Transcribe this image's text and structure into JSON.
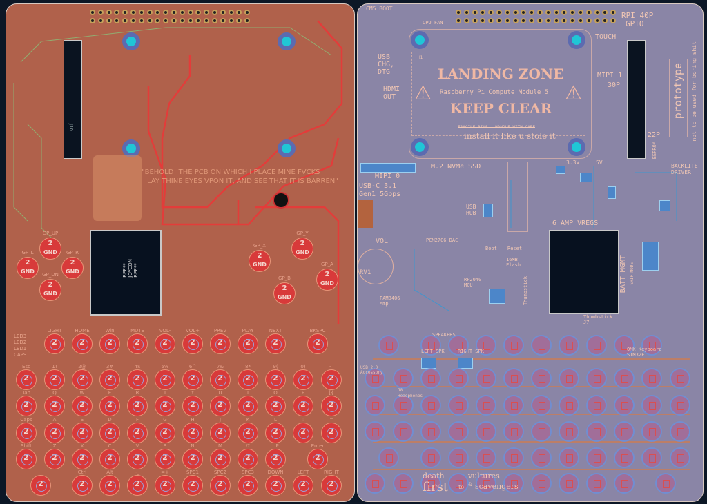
{
  "left": {
    "quote_line1": "\"BEHOLD! THE PCB ON WHICH I PLACE MINE FVCKS",
    "quote_line2": "LAY THINE EYES VPON IT, AND SEE THAT IT IS BARREN\"",
    "led_labels": [
      "LED3",
      "LED2",
      "LED1",
      "CAPS"
    ],
    "chip_ref": [
      "REF**",
      "JOYCON",
      "REF**"
    ],
    "slot_ref": "J10",
    "gamepad": [
      {
        "label": "GP_UP",
        "pad": "2",
        "net": "GND"
      },
      {
        "label": "GP_L",
        "pad": "2",
        "net": "GND"
      },
      {
        "label": "GP_R",
        "pad": "2",
        "net": "GND"
      },
      {
        "label": "GP_DN",
        "pad": "2",
        "net": "GND"
      },
      {
        "label": "GP_X",
        "pad": "2",
        "net": "GND"
      },
      {
        "label": "GP_Y",
        "pad": "2",
        "net": "GND"
      },
      {
        "label": "GP_B",
        "pad": "2",
        "net": "GND"
      },
      {
        "label": "GP_A",
        "pad": "2",
        "net": "GND"
      }
    ],
    "key_pad": "2",
    "key_rows": [
      [
        "LIGHT",
        "HOME",
        "Win",
        "MUTE",
        "VOL-",
        "VOL+",
        "PREV",
        "PLAY",
        "NEXT",
        "BKSPC"
      ],
      [
        "Esc",
        "1!",
        "2@",
        "3#",
        "4$",
        "5%",
        "6^",
        "7&",
        "8*",
        "9(",
        "0)",
        "-_"
      ],
      [
        "Tab",
        "Q",
        "W",
        "E",
        "R",
        "T",
        "Y",
        "U",
        "I",
        "O",
        "P",
        "[{"
      ],
      [
        "Caps",
        "A",
        "S",
        "D",
        "F",
        "G",
        "H",
        "J",
        "K",
        "L",
        ";:",
        "'\""
      ],
      [
        "Shift",
        "Z",
        "X",
        "C",
        "V",
        "B",
        "N",
        "M",
        "/?",
        "UP",
        "Enter"
      ],
      [
        "",
        "Ctrl",
        "Alt",
        "-_",
        "=+",
        "SPC1",
        "SPC2",
        "SPC3",
        "DOWN",
        "LEFT",
        "RIGHT"
      ]
    ]
  },
  "right": {
    "cm5_boot": "CM5 BOOT",
    "cpu_fan": "CPU FAN",
    "rpi_gpio": [
      "RPI 40P",
      "GPIO"
    ],
    "usb_chg": [
      "USB",
      "CHG,",
      "DTG"
    ],
    "hdmi": [
      "HDMI",
      "OUT"
    ],
    "landing_zone": "LANDING ZONE",
    "cm5_name": "Raspberry Pi Compute Module 5",
    "keep_clear": "KEEP CLEAR",
    "fragile": "FRAGILE PINS - HANDLE WITH CARE",
    "install": "install it like u stole it",
    "h1": "H1",
    "touch": "TOUCH",
    "mipi1": [
      "MIPI 1",
      "30P"
    ],
    "p22": "22P",
    "eeprom": "EEPROM",
    "prototype": "prototype",
    "boring": "not to be used for boring shit",
    "mipi0": "MIPI 0",
    "usbc": [
      "USB-C 3.1",
      "Gen1 5Gbps"
    ],
    "m2": "M.2 NVMe SSD",
    "usb_hub": [
      "USB",
      "HUB"
    ],
    "v33": "3.3V",
    "v5": "5V",
    "vregs": "6 AMP VREGS",
    "backlite": [
      "BACKLITE",
      "DRIVER"
    ],
    "vol": "VOL",
    "rv1": "RV1",
    "dac": "PCM2706 DAC",
    "boot": "Boot",
    "reset": "Reset",
    "flash": [
      "16MB",
      "Flash"
    ],
    "mcu": [
      "RP2040",
      "MCU"
    ],
    "thumbstick_v": "Thumbstick",
    "batt": "BATT MGMT",
    "ship": "SHIP MODE",
    "amp": [
      "PAM8406",
      "Amp"
    ],
    "speakers": "SPEAKERS",
    "left_spk": "LEFT SPK",
    "right_spk": "RIGHT SPK",
    "usb2": [
      "USB 2.0",
      "Accessory"
    ],
    "headphones": "Headphones",
    "j8": "J8",
    "qmk": [
      "QMK Keyboard",
      "STM32F"
    ],
    "thumbstick_j7": [
      "Thumbstick",
      "J7"
    ],
    "motto": [
      "death",
      "first",
      "to",
      "vultures",
      "&",
      "scavengers"
    ]
  }
}
